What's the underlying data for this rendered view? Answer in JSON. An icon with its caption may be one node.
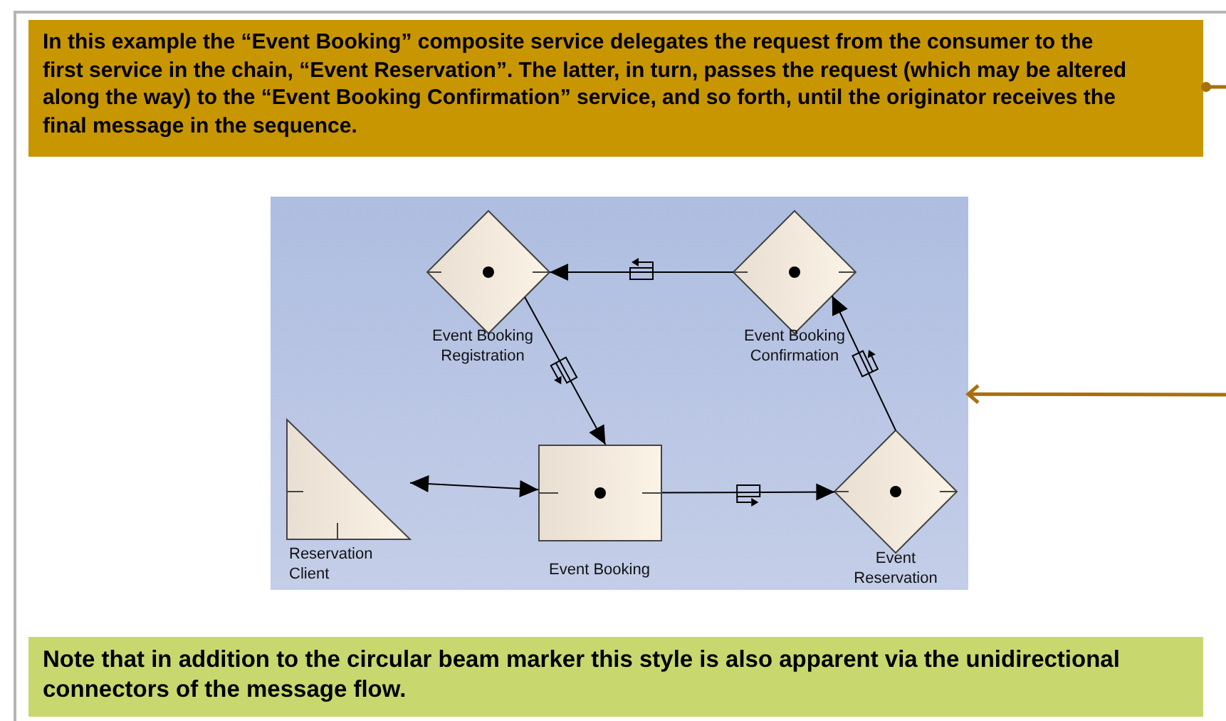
{
  "diagram": {
    "nodes": [
      {
        "text": [
          "In this example the “Event Booking” composite service delegates the request from the consumer to the first service in the chain, “Event Reservation”. The latter, in turn, passes the request (which may be altered along the way) to the “Event Booking Confirmation” service, and so forth, until the originator receives the final message in the sequence."
        ]
      },
      {
        "text": [],
        "shape": "box"
      },
      {
        "text": [
          "Event Booking Registration"
        ],
        "in": 1
      },
      {
        "text": [
          "Event Booking Confirmation"
        ],
        "in": 1
      },
      {
        "text": [
          "Reservation Client"
        ],
        "in": 1
      },
      {
        "text": [
          "Event Booking"
        ],
        "in": 1
      },
      {
        "text": [
          "Event Reservation"
        ],
        "in": 1
      },
      {
        "text": [
          "Note that in addition to the circular beam marker this style is also apparent via the unidirectional connectors of the message flow."
        ]
      }
    ],
    "edges": [
      {
        "from": 3,
        "to": 2,
        "arrow": "to"
      },
      {
        "from": 2,
        "to": 5,
        "arrow": "to"
      },
      {
        "from": 5,
        "to": 6,
        "arrow": "to"
      },
      {
        "from": 6,
        "to": 3,
        "arrow": "to"
      },
      {
        "from": 4,
        "to": 5,
        "arrow": "both"
      },
      {
        "from": 0,
        "to": null,
        "arrow": "other",
        "style": "thick",
        "color": "#a8700c"
      },
      {
        "from": null,
        "to": 1,
        "arrow": "to",
        "style": "thick",
        "color": "#a8700c"
      }
    ]
  }
}
